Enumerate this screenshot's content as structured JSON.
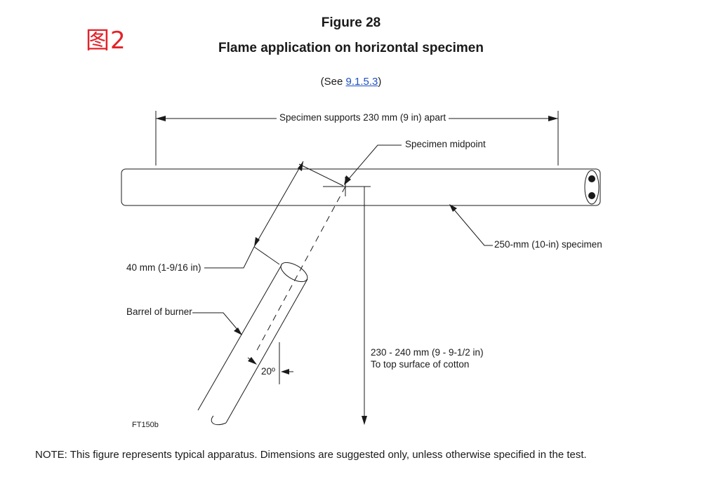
{
  "corner_tag": "图2",
  "figure": {
    "title": "Figure 28",
    "subtitle": "Flame application on horizontal specimen",
    "see_prefix": "(See ",
    "see_link": "9.1.5.3",
    "see_suffix": ")"
  },
  "labels": {
    "supports": "Specimen supports 230 mm (9 in) apart",
    "midpoint": "Specimen midpoint",
    "specimen": "250-mm (10-in) specimen",
    "burner_distance": "40 mm (1-9/16 in)",
    "barrel": "Barrel of burner",
    "angle": "20º",
    "cotton_distance": "230 - 240 mm (9 - 9-1/2 in)",
    "cotton_surface": "To top surface of cotton",
    "code": "FT150b"
  },
  "note": "NOTE: This figure represents typical apparatus. Dimensions are suggested only, unless otherwise specified in the test.",
  "colors": {
    "corner_tag": "#e2232a",
    "link": "#1f4fbf",
    "line": "#1a1a1a"
  }
}
